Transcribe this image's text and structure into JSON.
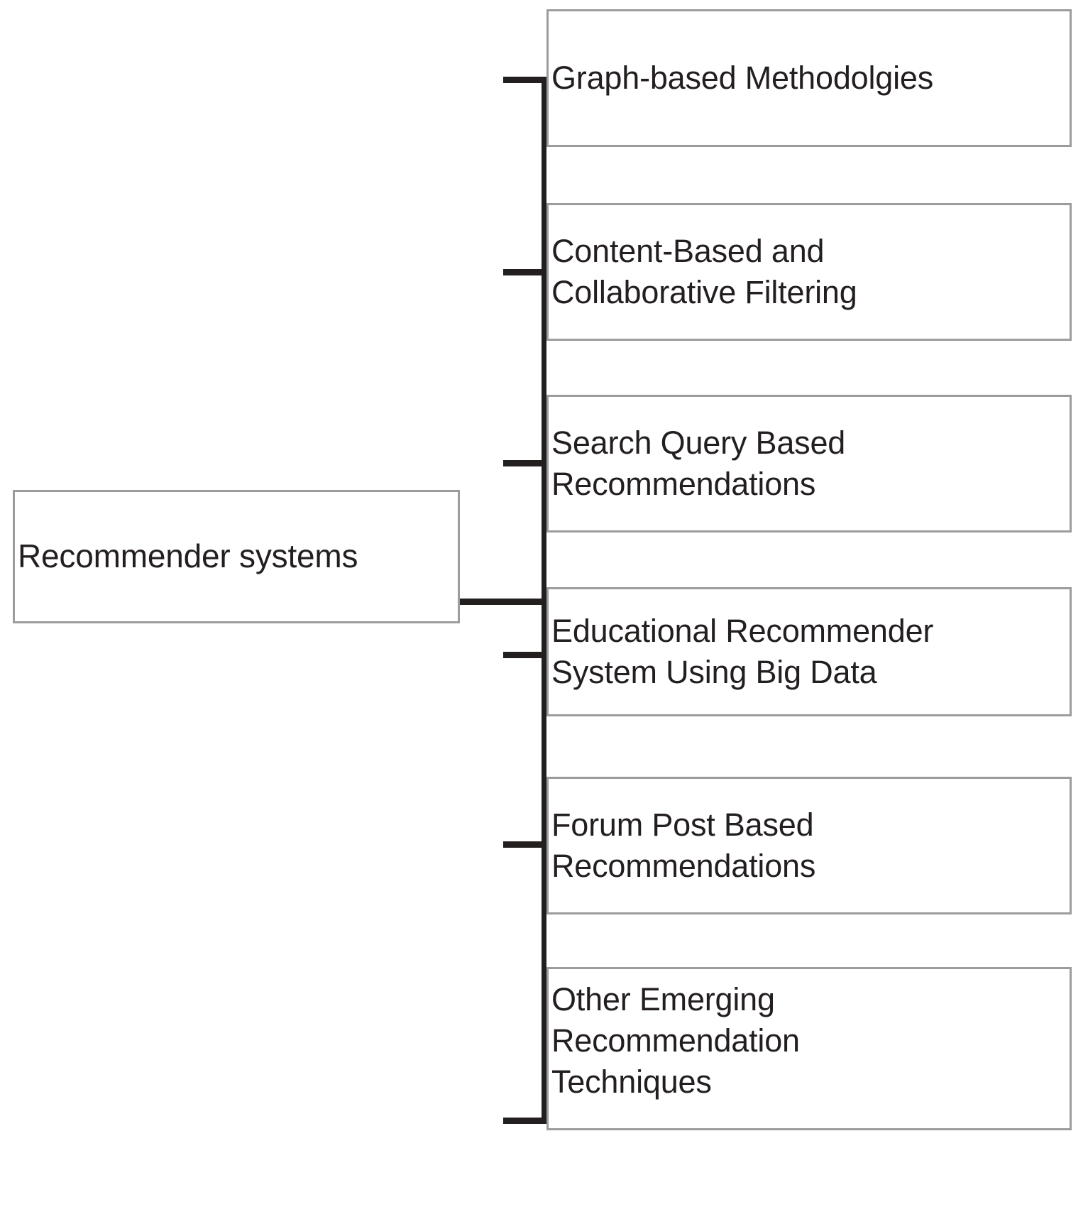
{
  "diagram": {
    "type": "hierarchy-tree",
    "orientation": "left-to-right",
    "colors": {
      "box_border": "#9c9c9c",
      "box_fill": "#ffffff",
      "connector": "#231f1e",
      "text": "#231f1e",
      "background": "#ffffff"
    },
    "root": {
      "label": "Recommender systems"
    },
    "children": [
      {
        "label": "Graph-based Methodolgies"
      },
      {
        "label": "Content-Based and\nCollaborative Filtering"
      },
      {
        "label": "Search Query Based\nRecommendations"
      },
      {
        "label": "Educational Recommender\nSystem Using Big Data"
      },
      {
        "label": "Forum Post Based\nRecommendations"
      },
      {
        "label": "Other Emerging\nRecommendation\nTechniques"
      }
    ]
  }
}
